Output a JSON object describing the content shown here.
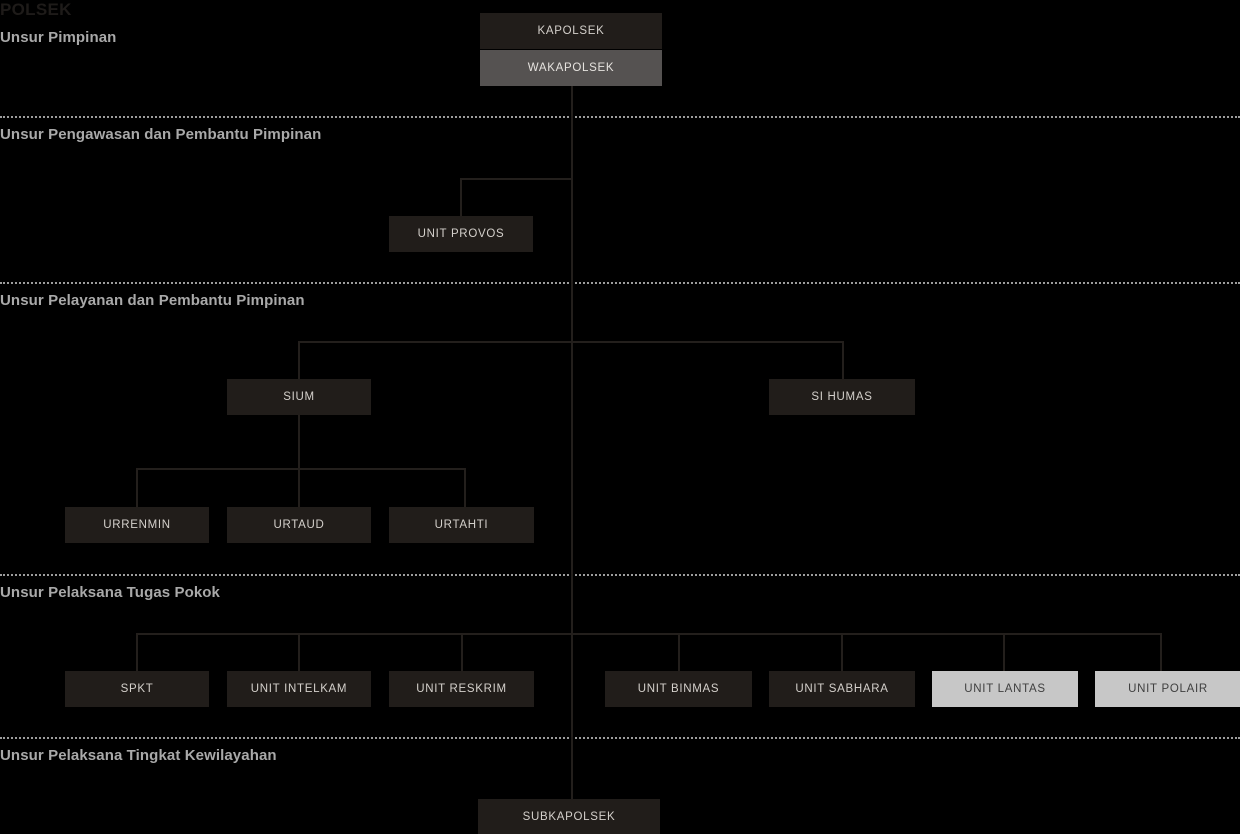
{
  "chart": {
    "title": "POLSEK",
    "sections": [
      {
        "id": "pimpinan",
        "label": "Unsur Pimpinan"
      },
      {
        "id": "pengawasan",
        "label": "Unsur Pengawasan dan Pembantu Pimpinan"
      },
      {
        "id": "pelayanan",
        "label": "Unsur Pelayanan dan Pembantu Pimpinan"
      },
      {
        "id": "pelaksana",
        "label": "Unsur Pelaksana Tugas Pokok"
      },
      {
        "id": "kewilayahan",
        "label": "Unsur Pelaksana Tingkat Kewilayahan"
      }
    ],
    "nodes": {
      "kapolsek": "KAPOLSEK",
      "wakapolsek": "WAKAPOLSEK",
      "unit_provos": "UNIT PROVOS",
      "sium": "SIUM",
      "si_humas": "SI HUMAS",
      "urrenmin": "URRENMIN",
      "urtaud": "URTAUD",
      "urtahti": "URTAHTI",
      "spkt": "SPKT",
      "unit_intelkam": "UNIT INTELKAM",
      "unit_reskrim": "UNIT RESKRIM",
      "unit_binmas": "UNIT BINMAS",
      "unit_sabhara": "UNIT SABHARA",
      "unit_lantas": "UNIT LANTAS",
      "unit_polair": "UNIT POLAIR",
      "subkapolsek": "SUBKAPOLSEK"
    },
    "colors": {
      "background": "#000000",
      "node_dark": "#211d1a",
      "node_mid": "#555251",
      "node_light": "#c7c7c7",
      "line": "#231f1c",
      "section_label": "#a9a9a9",
      "title": "#1e1b19",
      "divider": "#9d9d9d"
    }
  }
}
